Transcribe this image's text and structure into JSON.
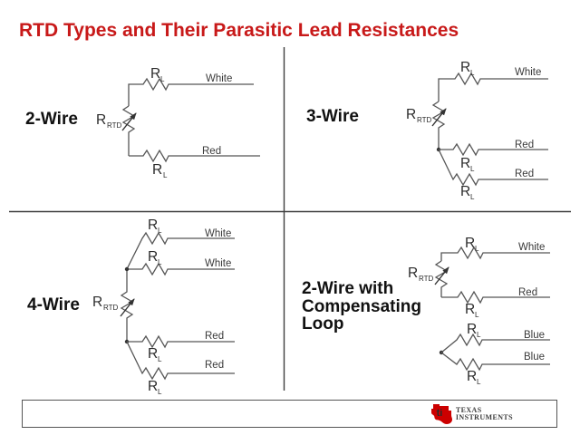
{
  "title": "RTD Types and Their Parasitic Lead Resistances",
  "labels": {
    "r": "R",
    "sub_l": "L",
    "sub_rtd": "RTD"
  },
  "quadrants": {
    "two_wire": {
      "name": "2-Wire",
      "wire1": "White",
      "wire2": "Red"
    },
    "three_wire": {
      "name": "3-Wire",
      "wire1": "White",
      "wire2": "Red",
      "wire3": "Red"
    },
    "four_wire": {
      "name": "4-Wire",
      "wire1": "White",
      "wire2": "White",
      "wire3": "Red",
      "wire4": "Red"
    },
    "comp_loop": {
      "name_line1": "2-Wire with",
      "name_line2": "Compensating",
      "name_line3": "Loop",
      "wire1": "White",
      "wire2": "Red",
      "wire3": "Blue",
      "wire4": "Blue"
    }
  },
  "footer": {
    "brand_top": "TEXAS",
    "brand_bottom": "INSTRUMENTS",
    "monogram": "ti"
  },
  "colors": {
    "title_red": "#c81919",
    "ti_red": "#cc0000",
    "divider_gray": "#3f3f3f",
    "wire_gray": "#565656",
    "text_dark": "#2b2b2b"
  }
}
